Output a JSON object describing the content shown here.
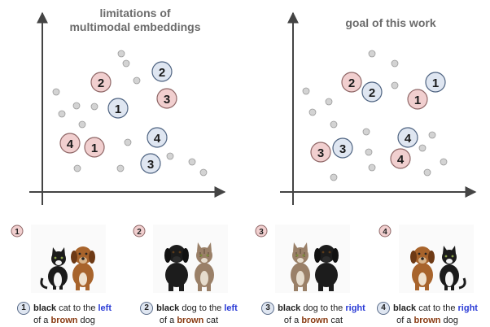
{
  "titles": {
    "left": [
      "limitations of",
      "multimodal embeddings"
    ],
    "right": "goal of this work"
  },
  "colors": {
    "text_circle_fill": "#dfe6f1",
    "text_circle_stroke": "#4e6381",
    "image_circle_fill": "#f1cfcf",
    "image_circle_stroke": "#8f6767",
    "dot_fill": "#d3d3d3",
    "axis": "#444444",
    "direction_word": "#2a3bd6",
    "brown_word": "#8a3b12"
  },
  "examples": [
    {
      "num": "1",
      "parts": [
        {
          "t": "black",
          "c": "b"
        },
        {
          "t": " cat to the ",
          "c": ""
        },
        {
          "t": "left",
          "c": "dir"
        }
      ],
      "line2": [
        {
          "t": "of a ",
          "c": ""
        },
        {
          "t": "brown",
          "c": "brown"
        },
        {
          "t": " dog",
          "c": ""
        }
      ]
    },
    {
      "num": "2",
      "parts": [
        {
          "t": "black",
          "c": "b"
        },
        {
          "t": " dog to the ",
          "c": ""
        },
        {
          "t": "left",
          "c": "dir"
        }
      ],
      "line2": [
        {
          "t": "of a ",
          "c": ""
        },
        {
          "t": "brown",
          "c": "brown"
        },
        {
          "t": " cat",
          "c": ""
        }
      ]
    },
    {
      "num": "3",
      "parts": [
        {
          "t": "black",
          "c": "b"
        },
        {
          "t": " dog to the ",
          "c": ""
        },
        {
          "t": "right",
          "c": "dir"
        }
      ],
      "line2": [
        {
          "t": "of a ",
          "c": ""
        },
        {
          "t": "brown",
          "c": "brown"
        },
        {
          "t": " cat",
          "c": ""
        }
      ]
    },
    {
      "num": "4",
      "parts": [
        {
          "t": "black",
          "c": "b"
        },
        {
          "t": " cat to the ",
          "c": ""
        },
        {
          "t": "right",
          "c": "dir"
        }
      ],
      "line2": [
        {
          "t": "of a ",
          "c": ""
        },
        {
          "t": "brown",
          "c": "brown"
        },
        {
          "t": " dog",
          "c": ""
        }
      ]
    }
  ],
  "plots": {
    "left": {
      "image_labels": [
        "2",
        "3",
        "4",
        "1"
      ],
      "text_labels": [
        "2",
        "1",
        "4",
        "3"
      ]
    },
    "right": {
      "image_labels": [
        "2",
        "1",
        "3",
        "4"
      ],
      "text_labels": [
        "2",
        "1",
        "3",
        "4"
      ]
    }
  }
}
